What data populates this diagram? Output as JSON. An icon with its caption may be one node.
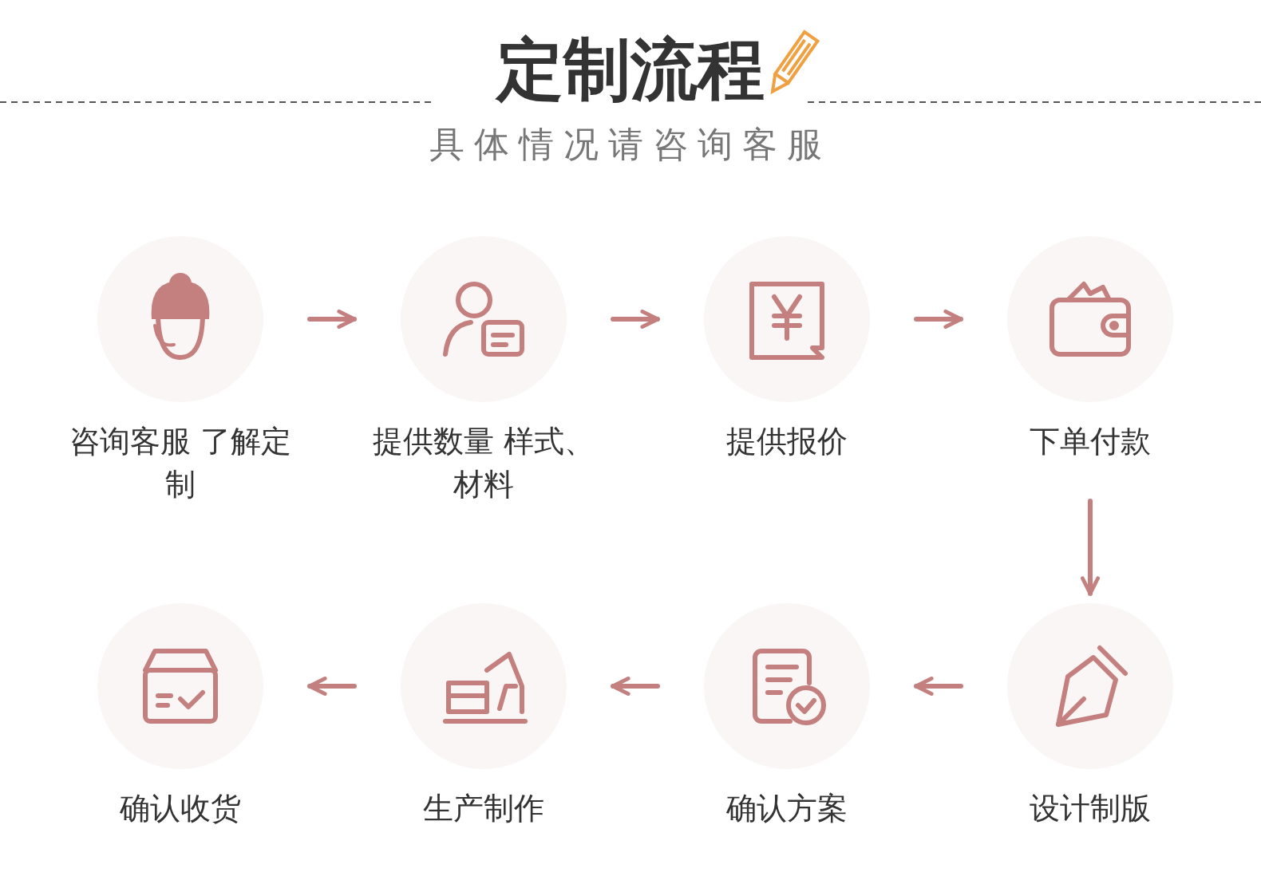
{
  "diagram": {
    "title": "定制流程",
    "caption": "具体情况请咨询客服",
    "nodes": [
      {
        "text": [
          "咨询客服 了解定制"
        ]
      },
      {
        "text": [
          "提供数量 样式、材料"
        ]
      },
      {
        "text": [
          "提供报价"
        ]
      },
      {
        "text": [
          "下单付款"
        ]
      },
      {
        "text": [
          "确认收货"
        ]
      },
      {
        "text": [
          "生产制作"
        ]
      },
      {
        "text": [
          "确认方案"
        ]
      },
      {
        "text": [
          "设计制版"
        ]
      }
    ],
    "edges": [
      {
        "from": 0,
        "to": 1,
        "arrow": "to"
      },
      {
        "from": 1,
        "to": 2,
        "arrow": "to"
      },
      {
        "from": 2,
        "to": 3,
        "arrow": "to"
      },
      {
        "from": 3,
        "to": 7,
        "arrow": "to"
      },
      {
        "from": 7,
        "to": 6,
        "arrow": "to"
      },
      {
        "from": 6,
        "to": 5,
        "arrow": "to"
      },
      {
        "from": 5,
        "to": 4,
        "arrow": "to"
      }
    ]
  }
}
